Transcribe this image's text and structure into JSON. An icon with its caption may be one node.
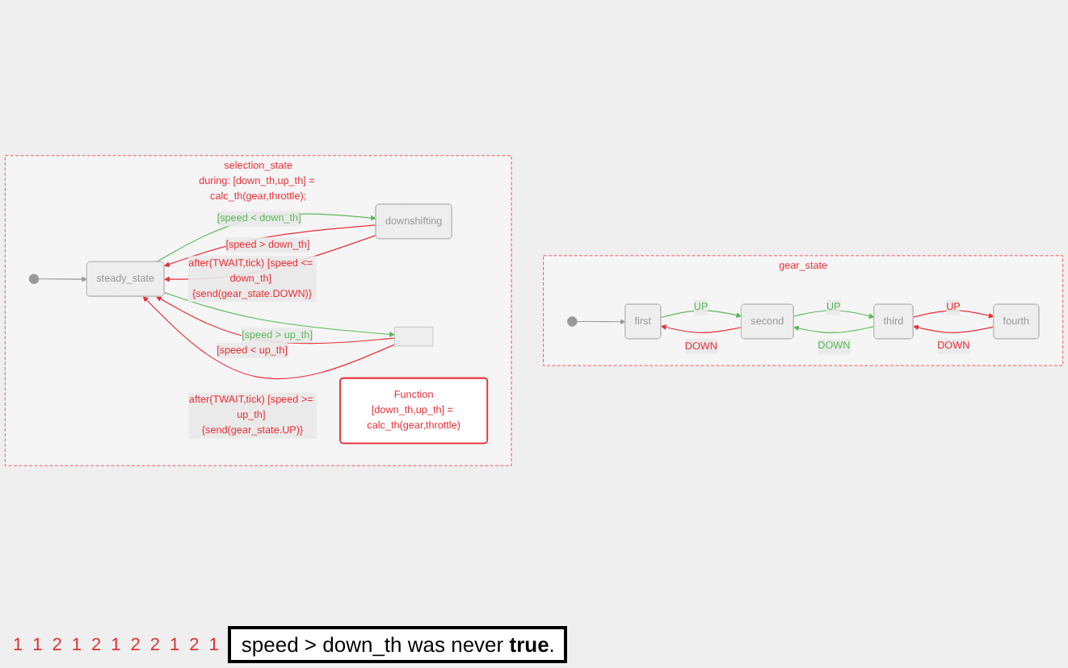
{
  "diagram": {
    "nodes": [
      {
        "text": [
          "gear_state"
        ]
      },
      {
        "text": [
          "first"
        ],
        "in": 0
      },
      {
        "text": [
          "second"
        ],
        "in": 0
      },
      {
        "text": [
          "third"
        ],
        "in": 0
      },
      {
        "text": [
          "fourth"
        ],
        "in": 0
      },
      {
        "text": [
          "selection_state",
          "during: [down_th,up_th] = calc_th(gear,throttle);"
        ]
      },
      {
        "text": [
          "steady_state"
        ],
        "in": 5
      },
      {
        "text": [
          "downshifting"
        ],
        "in": 5
      },
      {
        "text": [],
        "shape": "box",
        "in": 5
      },
      {
        "text": [
          "Function",
          "[down_th,up_th] = calc_th(gear,throttle)"
        ],
        "in": 5
      }
    ],
    "edges": [
      {
        "from": null,
        "to": 1,
        "arrow": "to",
        "color": "#999999"
      },
      {
        "from": 1,
        "to": 2,
        "label": "UP",
        "arrow": "to",
        "color": "#5cb85c"
      },
      {
        "from": 2,
        "to": 1,
        "label": "DOWN",
        "arrow": "to"
      },
      {
        "from": 2,
        "to": 3,
        "label": "UP",
        "arrow": "to",
        "color": "#5cb85c"
      },
      {
        "from": 3,
        "to": 2,
        "label": "DOWN",
        "arrow": "to",
        "color": "#5cb85c"
      },
      {
        "from": 3,
        "to": 4,
        "label": "UP",
        "arrow": "to"
      },
      {
        "from": 4,
        "to": 3,
        "label": "DOWN",
        "arrow": "to"
      },
      {
        "from": null,
        "to": 6,
        "arrow": "to",
        "color": "#999999"
      },
      {
        "from": 6,
        "to": 7,
        "label": "[speed < down_th]",
        "arrow": "to",
        "color": "#5cb85c"
      },
      {
        "from": 6,
        "to": 8,
        "label": "[speed > up_th]",
        "arrow": "to",
        "color": "#5cb85c"
      },
      {
        "from": 7,
        "to": 6,
        "label": "[speed > down_th]",
        "arrow": "to"
      },
      {
        "from": 7,
        "to": 6,
        "label": "after(TWAIT,tick) [speed <= down_th] {send(gear_state.DOWN)}",
        "arrow": "to"
      },
      {
        "from": 8,
        "to": 6,
        "label": "[speed < up_th]",
        "arrow": "to"
      },
      {
        "from": 8,
        "to": 6,
        "label": "after(TWAIT,tick) [speed >= up_th] {send(gear_state.UP)}",
        "arrow": "to"
      }
    ],
    "labels": [
      "1",
      "1",
      "2",
      "1",
      "2",
      "1",
      "2",
      "2",
      "1",
      "2",
      "1",
      "speed > down_th was never **true**."
    ]
  }
}
